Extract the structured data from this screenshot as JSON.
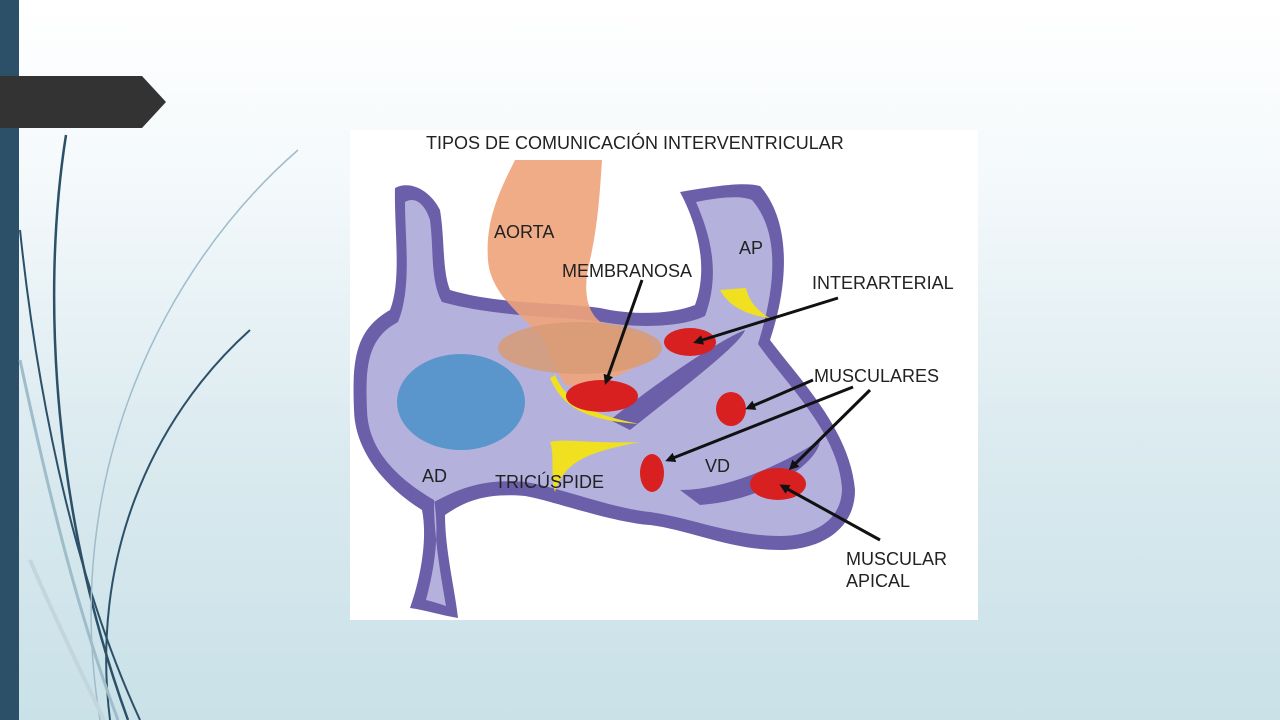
{
  "slide": {
    "accent_bar_color": "#2c5068",
    "tab_color": "#333333"
  },
  "diagram": {
    "title": "TIPOS DE COMUNICACIÓN INTERVENTRICULAR",
    "labels": {
      "aorta": "AORTA",
      "ap": "AP",
      "membranosa": "MEMBRANOSA",
      "interarterial": "INTERARTERIAL",
      "musculares": "MUSCULARES",
      "ad": "AD",
      "vd": "VD",
      "tricuspide": "TRICÚSPIDE",
      "muscular_apical_line1": "MUSCULAR",
      "muscular_apical_line2": "APICAL"
    },
    "colors": {
      "heart_fill": "#b4b2dc",
      "heart_outline": "#6a5fa8",
      "aorta": "#eea37a",
      "atrium": "#5a96cb",
      "defect": "#d92020",
      "valve": "#f0e020"
    }
  }
}
